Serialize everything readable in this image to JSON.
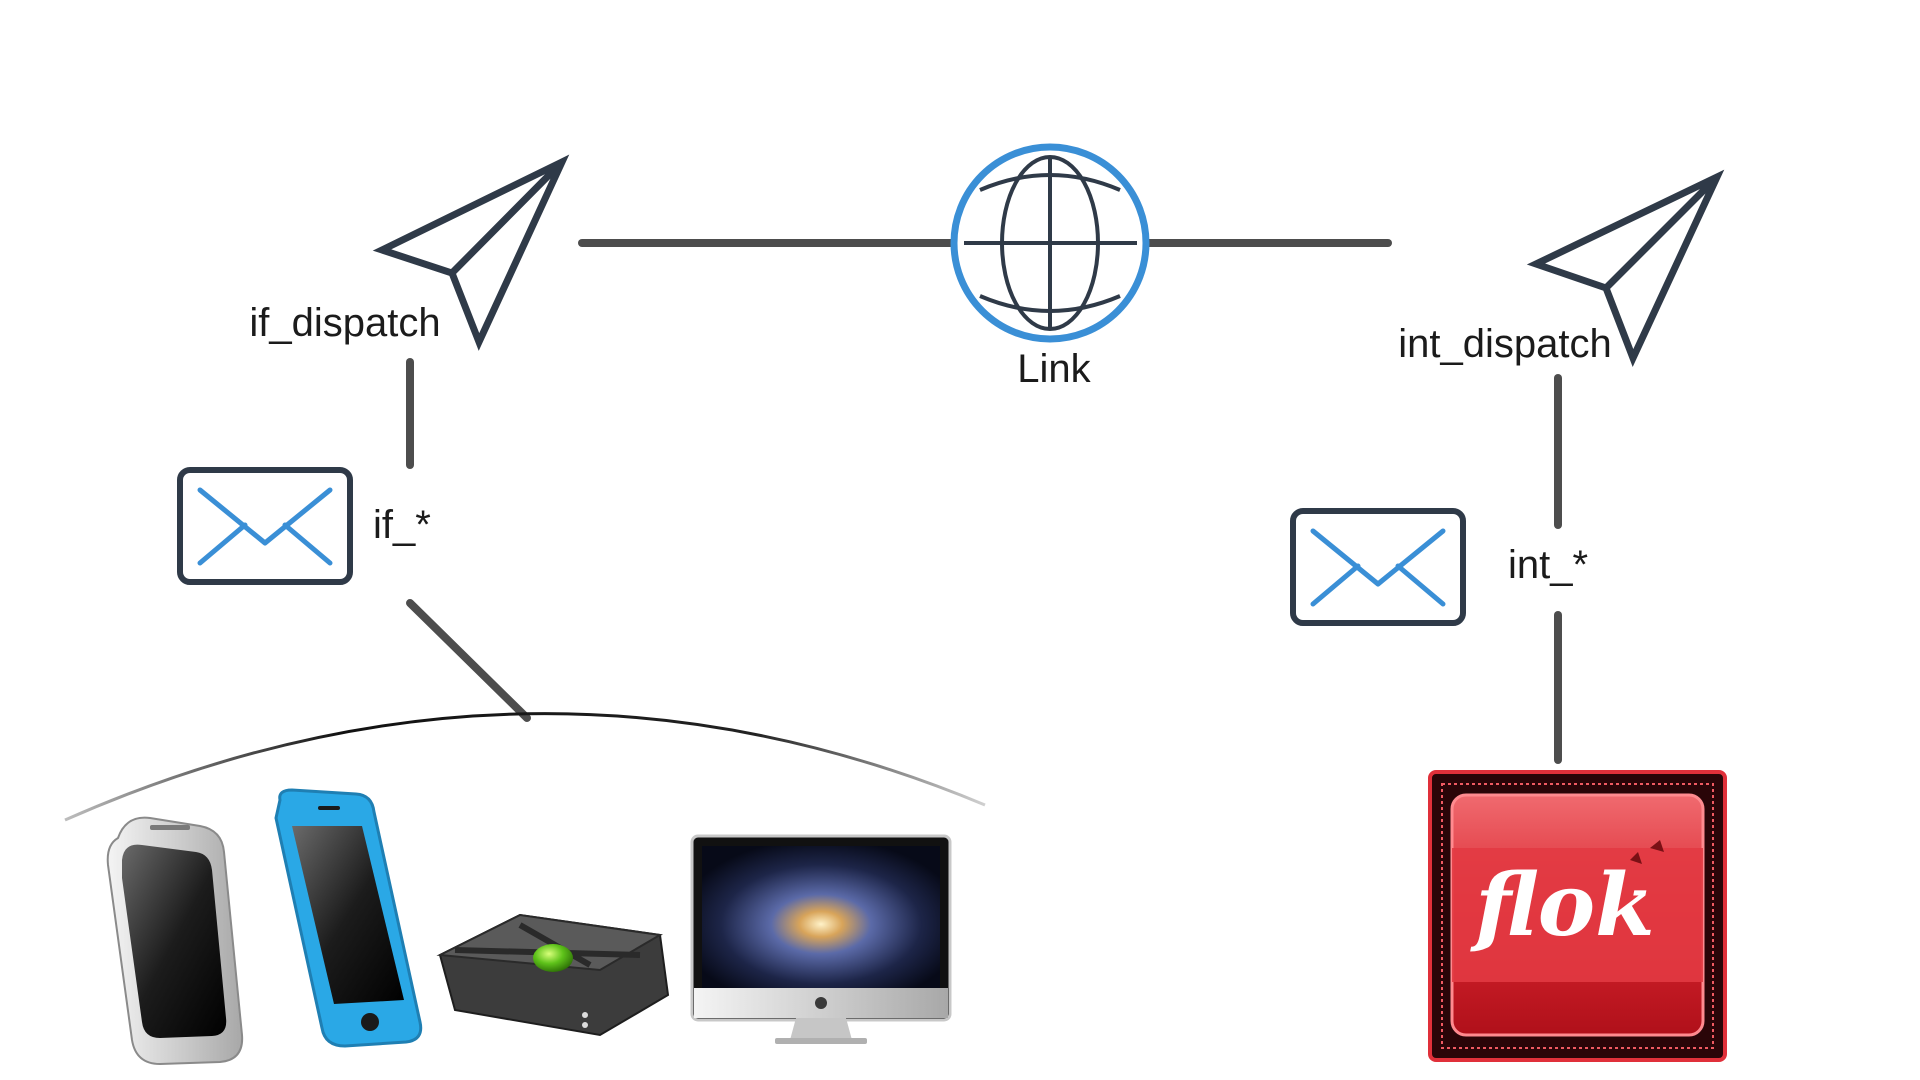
{
  "nodes": {
    "if_dispatch": {
      "label": "if_dispatch"
    },
    "link": {
      "label": "Link"
    },
    "int_dispatch": {
      "label": "int_dispatch"
    },
    "if_messages": {
      "label": "if_*"
    },
    "int_messages": {
      "label": "int_*"
    }
  },
  "devices": {
    "cpu_brand": "flok"
  },
  "icons": {
    "dispatch": "paper-plane-icon",
    "link": "globe-icon",
    "messages": "envelope-icon",
    "devices": [
      "android-phone",
      "iphone",
      "xbox-console",
      "imac-desktop"
    ],
    "core": "cpu-chip"
  },
  "colors": {
    "line": "#4d4d4d",
    "icon_stroke": "#2f3a48",
    "accent_blue": "#3a8fd6",
    "cpu_red": "#e0303a"
  }
}
